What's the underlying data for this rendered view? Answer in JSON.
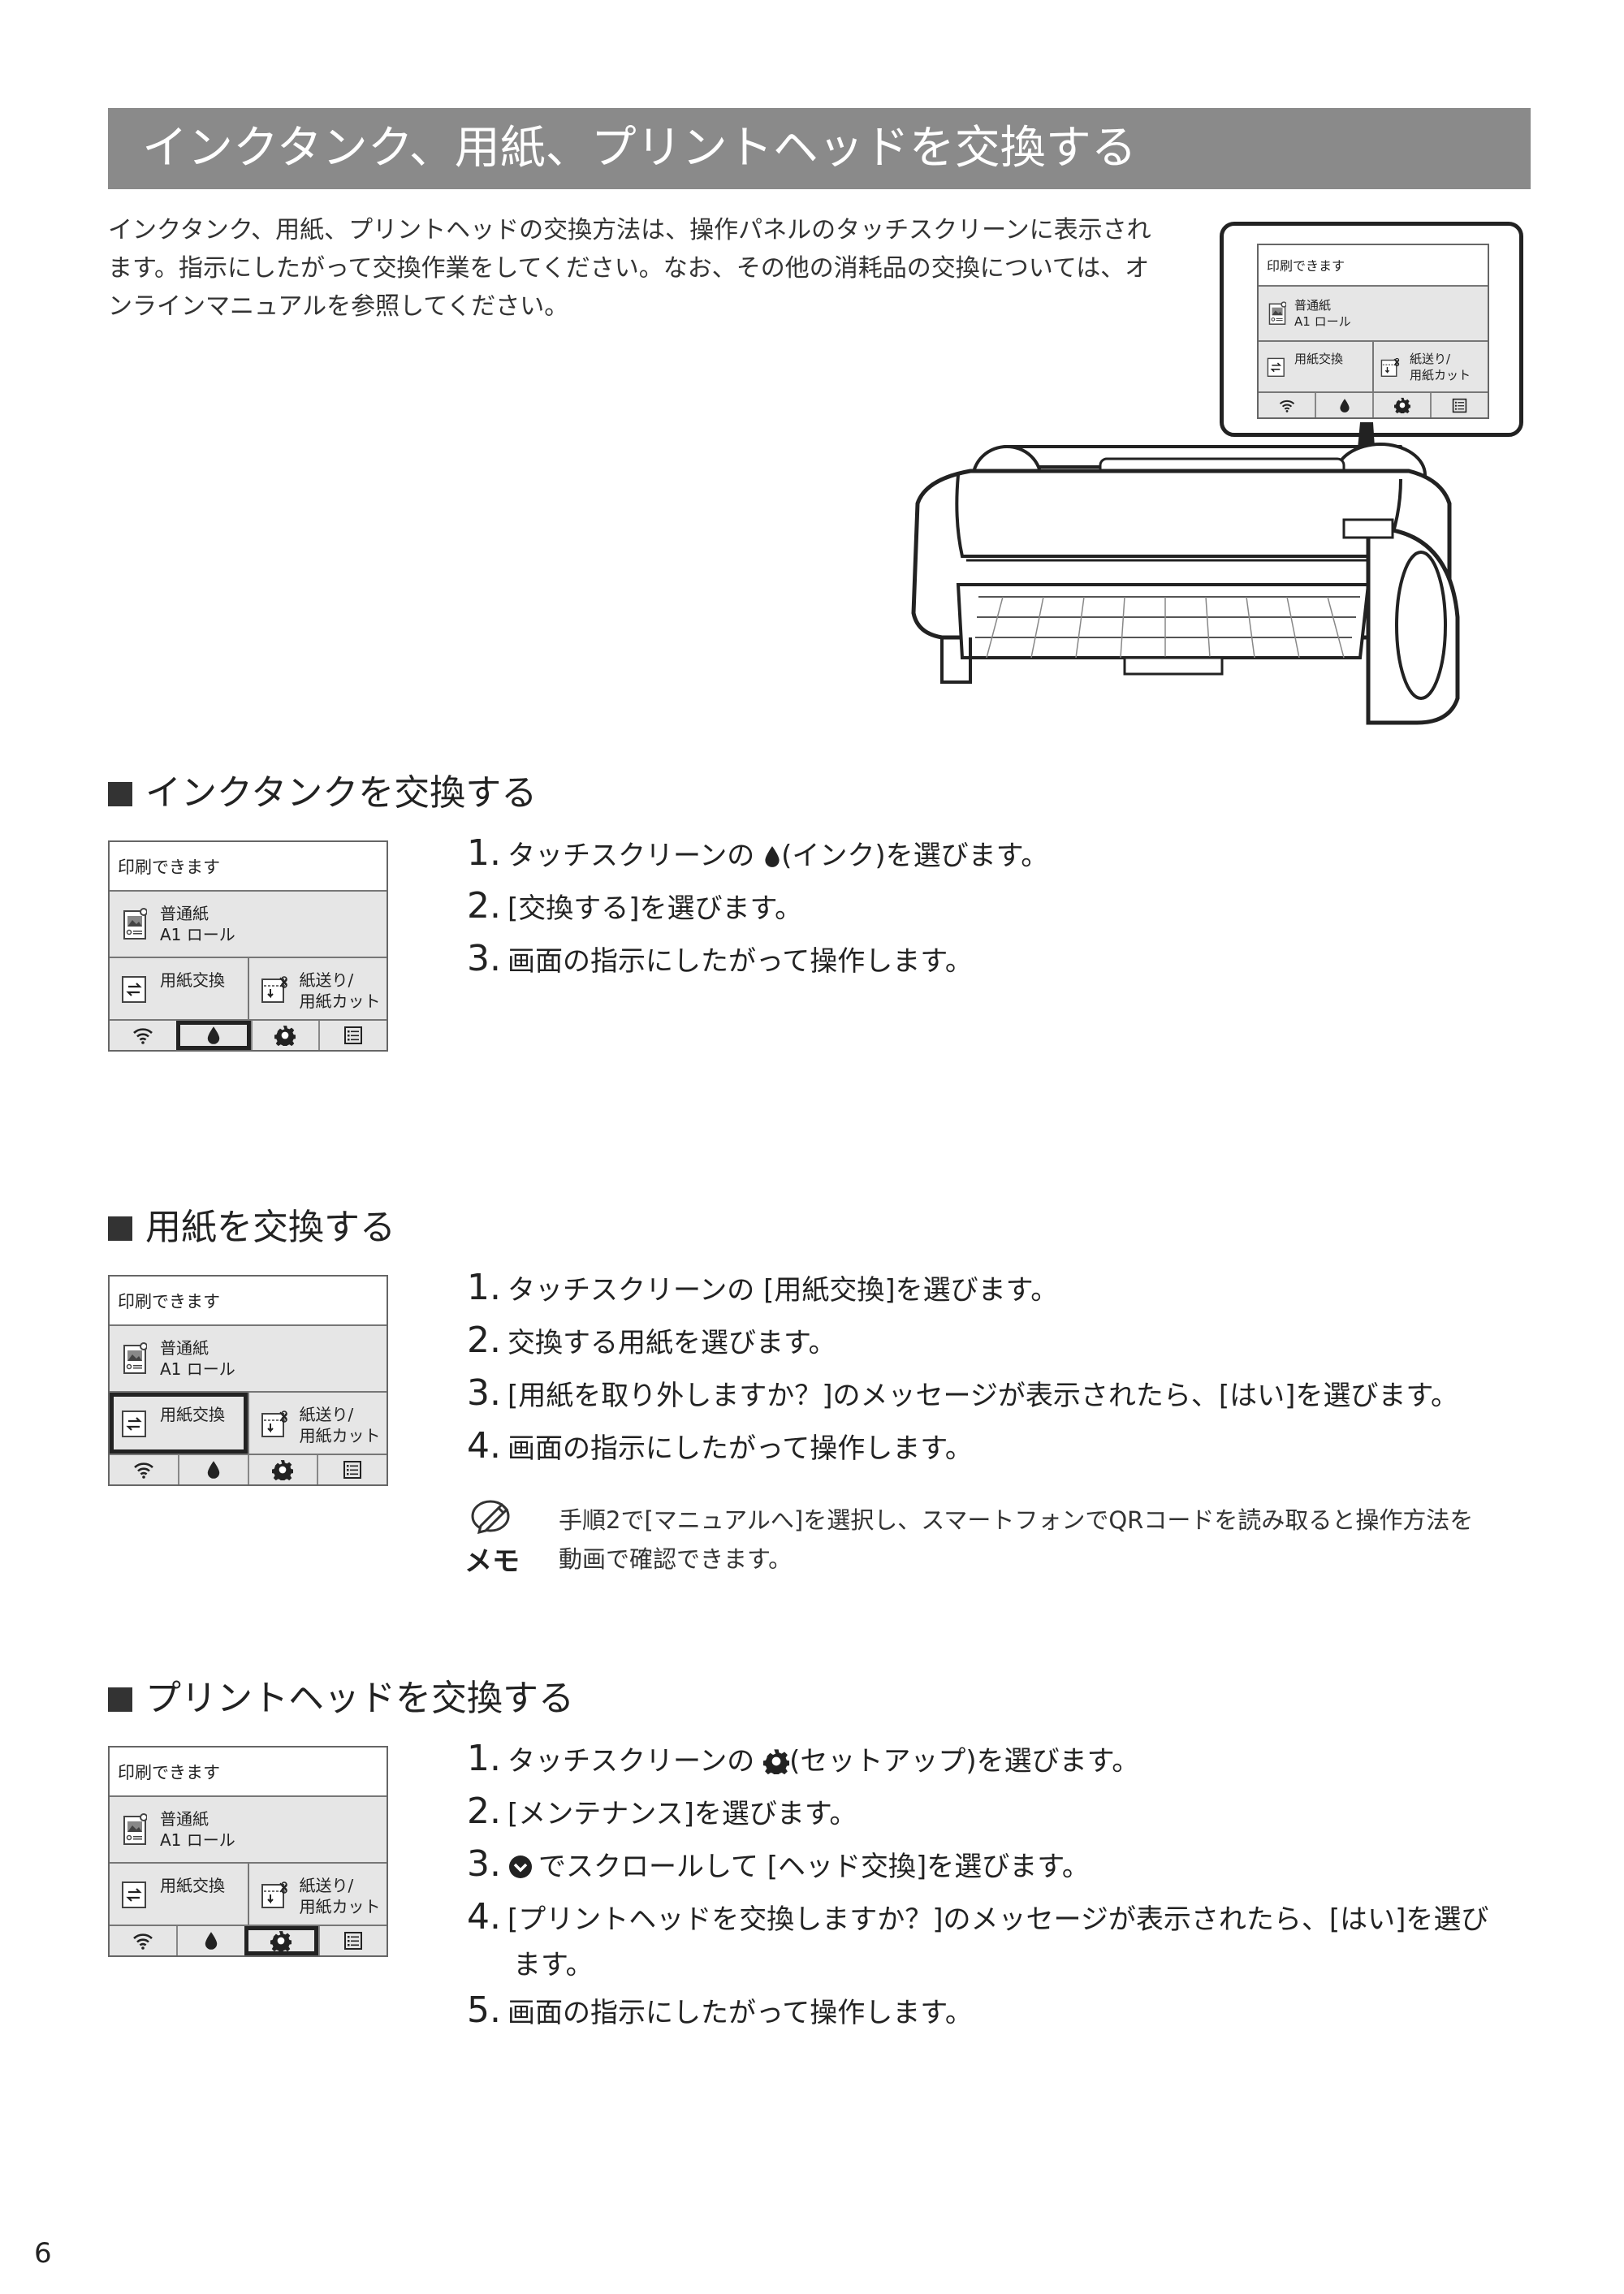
{
  "title": "インクタンク、用紙、プリントヘッドを交換する",
  "intro": "インクタンク、用紙、プリントヘッドの交換方法は、操作パネルのタッチスクリーンに表示されます。指示にしたがって交換作業をしてください。なお、その他の消耗品の交換については、オンラインマニュアルを参照してください。",
  "panel": {
    "status": "印刷できます",
    "media_type": "普通紙",
    "media_size": "A1 ロール",
    "btn_replace_paper": "用紙交換",
    "btn_feed_cut_1": "紙送り/",
    "btn_feed_cut_2": "用紙カット"
  },
  "sections": [
    {
      "heading": "インクタンクを交換する",
      "highlight": "ink-tab",
      "steps": [
        {
          "num": "1.",
          "text_before": "タッチスクリーンの ",
          "icon": "ink-drop-icon",
          "text_after": "(インク)を選びます。"
        },
        {
          "num": "2.",
          "text": "[交換する]を選びます。"
        },
        {
          "num": "3.",
          "text": "画面の指示にしたがって操作します。"
        }
      ]
    },
    {
      "heading": "用紙を交換する",
      "highlight": "replace-paper-button",
      "steps": [
        {
          "num": "1.",
          "text": "タッチスクリーンの [用紙交換]を選びます。"
        },
        {
          "num": "2.",
          "text": "交換する用紙を選びます。"
        },
        {
          "num": "3.",
          "text": "[用紙を取り外しますか？]のメッセージが表示されたら、[はい]を選びます。"
        },
        {
          "num": "4.",
          "text": "画面の指示にしたがって操作します。"
        }
      ],
      "note": {
        "label": "メモ",
        "line1": "手順2で[マニュアルへ]を選択し、スマートフォンでQRコードを読み取ると操作方法を",
        "line2": "動画で確認できます。"
      }
    },
    {
      "heading": "プリントヘッドを交換する",
      "highlight": "settings-tab",
      "steps": [
        {
          "num": "1.",
          "text_before": "タッチスクリーンの ",
          "icon": "gear-icon",
          "text_after": "(セットアップ)を選びます。"
        },
        {
          "num": "2.",
          "text": "[メンテナンス]を選びます。"
        },
        {
          "num": "3.",
          "icon": "scroll-down-icon",
          "text_after": "でスクロールして [ヘッド交換]を選びます。"
        },
        {
          "num": "4.",
          "text": "[プリントヘッドを交換しますか？]のメッセージが表示されたら、[はい]を選び",
          "text2": "ます。"
        },
        {
          "num": "5.",
          "text": "画面の指示にしたがって操作します。"
        }
      ]
    }
  ],
  "page_number": "6",
  "colors": {
    "title_bar": "#8a8a8a",
    "panel_bg": "#e6e6e6",
    "text": "#222222"
  }
}
